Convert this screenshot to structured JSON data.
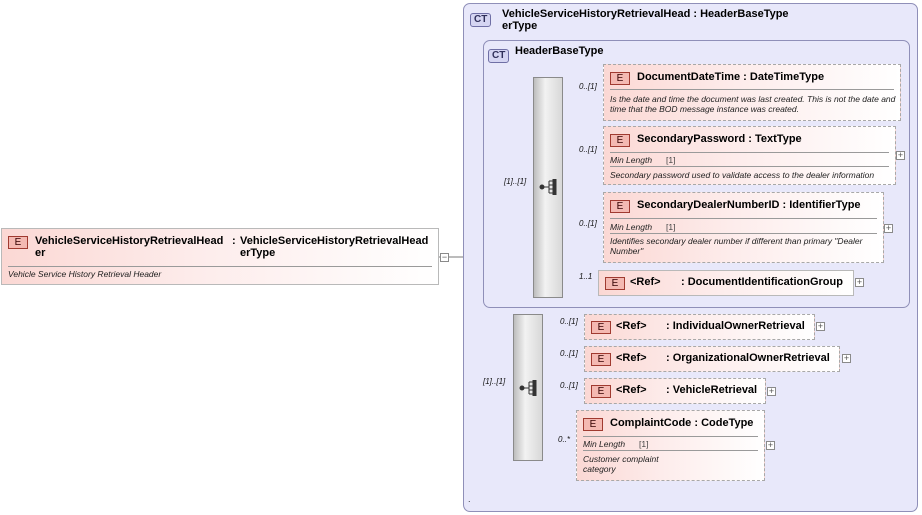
{
  "root": {
    "badge": "E",
    "name_line1": "VehicleServiceHistoryRetrievalHead",
    "name_line2": "er",
    "colon": ":",
    "type_line1": "VehicleServiceHistoryRetrievalHead",
    "type_line2": "erType",
    "doc": "Vehicle Service History Retrieval Header"
  },
  "outer_type": {
    "badge": "CT",
    "title_line1": "VehicleServiceHistoryRetrievalHead : HeaderBaseType",
    "title_line2": "erType"
  },
  "base_type": {
    "badge": "CT",
    "title": "HeaderBaseType"
  },
  "base_sequence": {
    "cardinality": "[1]..[1]",
    "items": [
      {
        "cardinality": "0..[1]",
        "badge": "E",
        "name": "DocumentDateTime",
        "type": "DateTimeType",
        "doc": "Is the date and time the document was last created. This is not the date and time that the BOD message instance was created."
      },
      {
        "cardinality": "0..[1]",
        "badge": "E",
        "name": "SecondaryPassword",
        "type": "TextType",
        "facet_label": "Min Length",
        "facet_value": "[1]",
        "doc": "Secondary password used to validate access to the dealer information"
      },
      {
        "cardinality": "0..[1]",
        "badge": "E",
        "name": "SecondaryDealerNumberID",
        "type": "IdentifierType",
        "facet_label": "Min Length",
        "facet_value": "[1]",
        "doc": "Identifies secondary dealer number if different than primary \"Dealer Number\""
      },
      {
        "cardinality": "1..1",
        "badge": "E",
        "ref": "<Ref>",
        "name": ": DocumentIdentificationGroup"
      }
    ]
  },
  "main_sequence": {
    "cardinality": "[1]..[1]",
    "items": [
      {
        "cardinality": "0..[1]",
        "badge": "E",
        "ref": "<Ref>",
        "name": ": IndividualOwnerRetrieval"
      },
      {
        "cardinality": "0..[1]",
        "badge": "E",
        "ref": "<Ref>",
        "name": ": OrganizationalOwnerRetrieval"
      },
      {
        "cardinality": "0..[1]",
        "badge": "E",
        "ref": "<Ref>",
        "name": ": VehicleRetrieval"
      },
      {
        "cardinality": "0..*",
        "badge": "E",
        "name": "ComplaintCode",
        "type": "CodeType",
        "facet_label": "Min Length",
        "facet_value": "[1]",
        "doc_line1": "Customer complaint",
        "doc_line2": "category"
      }
    ]
  },
  "footer_mark": "."
}
